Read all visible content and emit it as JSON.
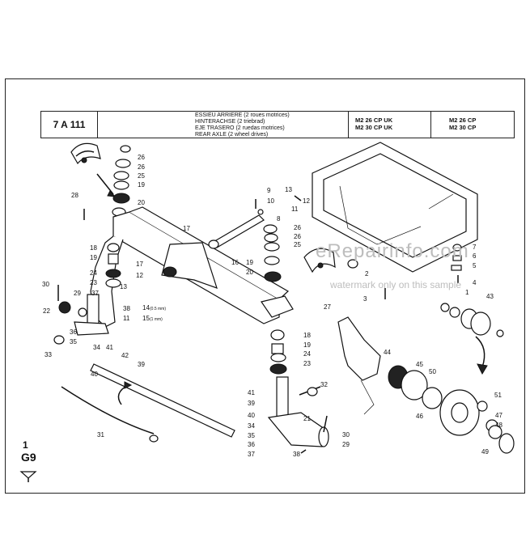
{
  "header": {
    "code": "7 A 111",
    "desc_lines": [
      "ESSIEU ARRIERE (2 roues motrices)",
      "HINTERACHSE (2 triebrad)",
      "EJE TRASERO (2 ruedas motrices)",
      "REAR AXLE (2 wheel drives)"
    ],
    "models_uk": [
      "M2 26 CP UK",
      "M2 30 CP UK"
    ],
    "models": [
      "M2 26 CP",
      "M2 30 CP"
    ]
  },
  "side": {
    "page_num": "1",
    "page_code": "G9"
  },
  "watermark": {
    "brand": "eRepairinfo.com",
    "note": "watermark only on this sample"
  },
  "annotations": {
    "a14": "(0.5 mm)",
    "a15": "(1 mm)"
  },
  "parts": [
    {
      "n": "26"
    },
    {
      "n": "26"
    },
    {
      "n": "25"
    },
    {
      "n": "19"
    },
    {
      "n": "20"
    },
    {
      "n": "28"
    },
    {
      "n": "9"
    },
    {
      "n": "10"
    },
    {
      "n": "13"
    },
    {
      "n": "12"
    },
    {
      "n": "11"
    },
    {
      "n": "8"
    },
    {
      "n": "17"
    },
    {
      "n": "26"
    },
    {
      "n": "26"
    },
    {
      "n": "25"
    },
    {
      "n": "18"
    },
    {
      "n": "19"
    },
    {
      "n": "24"
    },
    {
      "n": "23"
    },
    {
      "n": "17"
    },
    {
      "n": "12"
    },
    {
      "n": "13"
    },
    {
      "n": "16"
    },
    {
      "n": "19"
    },
    {
      "n": "20"
    },
    {
      "n": "30"
    },
    {
      "n": "29"
    },
    {
      "n": "37"
    },
    {
      "n": "14"
    },
    {
      "n": "15"
    },
    {
      "n": "11"
    },
    {
      "n": "38"
    },
    {
      "n": "22"
    },
    {
      "n": "36"
    },
    {
      "n": "35"
    },
    {
      "n": "34"
    },
    {
      "n": "33"
    },
    {
      "n": "41"
    },
    {
      "n": "42"
    },
    {
      "n": "40"
    },
    {
      "n": "39"
    },
    {
      "n": "27"
    },
    {
      "n": "18"
    },
    {
      "n": "19"
    },
    {
      "n": "24"
    },
    {
      "n": "23"
    },
    {
      "n": "2"
    },
    {
      "n": "3"
    },
    {
      "n": "1"
    },
    {
      "n": "7"
    },
    {
      "n": "6"
    },
    {
      "n": "5"
    },
    {
      "n": "4"
    },
    {
      "n": "43"
    },
    {
      "n": "44"
    },
    {
      "n": "45"
    },
    {
      "n": "50"
    },
    {
      "n": "32"
    },
    {
      "n": "41"
    },
    {
      "n": "39"
    },
    {
      "n": "40"
    },
    {
      "n": "34"
    },
    {
      "n": "35"
    },
    {
      "n": "36"
    },
    {
      "n": "37"
    },
    {
      "n": "38"
    },
    {
      "n": "21"
    },
    {
      "n": "30"
    },
    {
      "n": "29"
    },
    {
      "n": "46"
    },
    {
      "n": "51"
    },
    {
      "n": "47"
    },
    {
      "n": "48"
    },
    {
      "n": "49"
    },
    {
      "n": "31"
    }
  ]
}
